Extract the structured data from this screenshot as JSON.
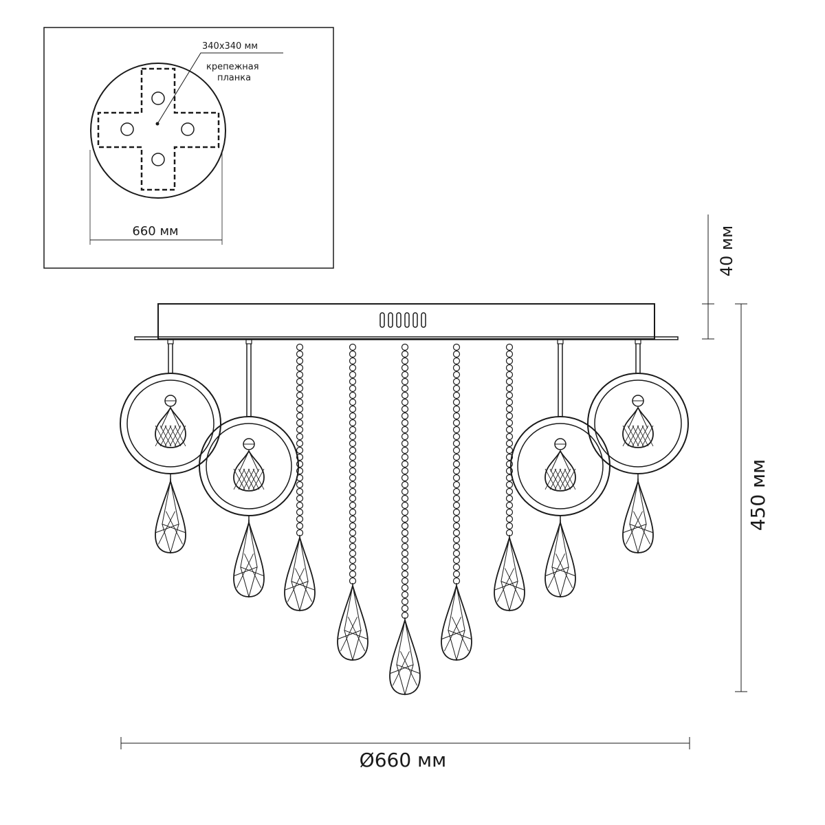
{
  "inset": {
    "plate_size_label": "340x340 мм",
    "plate_caption_line1": "крепежная",
    "plate_caption_line2": "планка",
    "canopy_diameter_label": "660 мм"
  },
  "dimensions": {
    "canopy_height_label": "40 мм",
    "total_height_label": "450 мм",
    "diameter_label": "Ø660 мм"
  },
  "colors": {
    "line": "#1a1a1a",
    "background": "#ffffff"
  }
}
